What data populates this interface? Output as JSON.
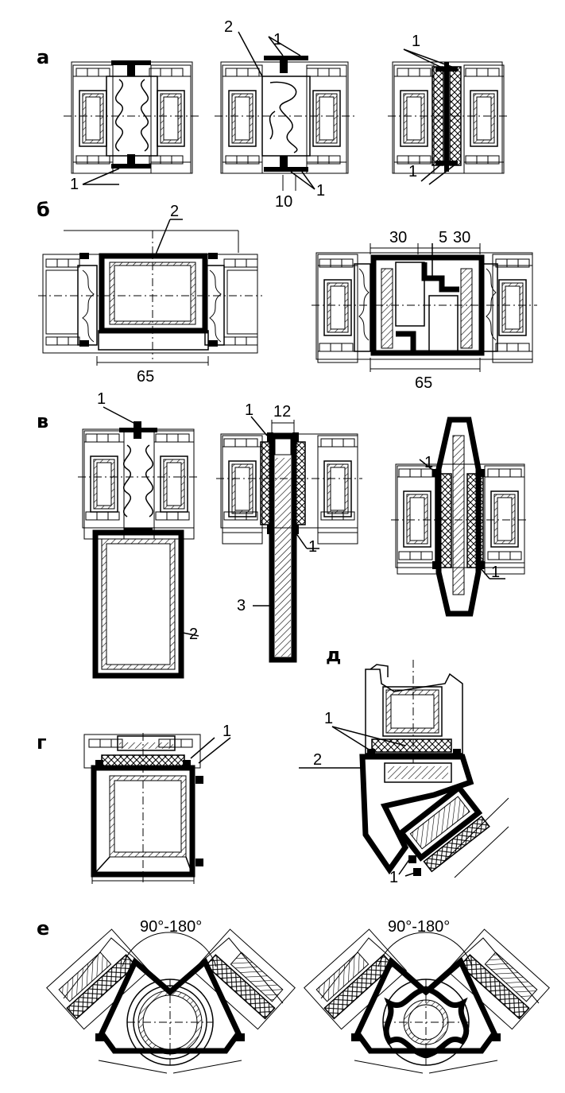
{
  "sections": {
    "a": "а",
    "b": "б",
    "v": "в",
    "g": "г",
    "d": "д",
    "e": "е"
  },
  "labels": {
    "one": "1",
    "two": "2",
    "three": "3",
    "five": "5",
    "ten": "10",
    "twelve": "12",
    "thirty": "30",
    "sixtyfive": "65",
    "angle": "90°-180°"
  }
}
